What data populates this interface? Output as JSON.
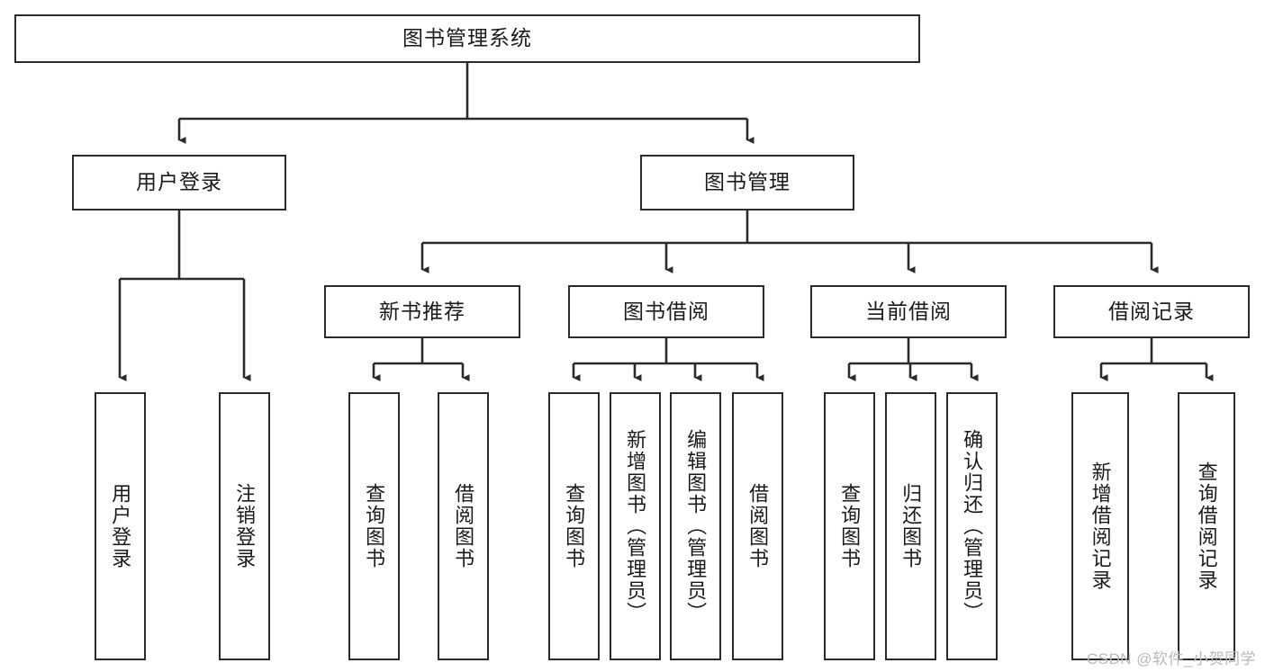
{
  "diagram": {
    "title": "图书管理系统",
    "type": "tree-hierarchy",
    "watermark": "CSDN @软件_小贺同学",
    "colors": {
      "box_border": "#2b2b2b",
      "box_fill": "#ffffff",
      "connector": "#2b2b2b",
      "text": "#1a1a1a",
      "watermark": "#b9b9b9"
    },
    "levels": {
      "root": {
        "label": "图书管理系统",
        "orientation": "horizontal"
      },
      "level2": [
        {
          "label": "用户登录",
          "orientation": "horizontal"
        },
        {
          "label": "图书管理",
          "orientation": "horizontal"
        }
      ],
      "level3": [
        {
          "label": "新书推荐",
          "orientation": "horizontal"
        },
        {
          "label": "图书借阅",
          "orientation": "horizontal"
        },
        {
          "label": "当前借阅",
          "orientation": "horizontal"
        },
        {
          "label": "借阅记录",
          "orientation": "horizontal"
        }
      ],
      "leaves": [
        {
          "label": "用户登录",
          "parent": "用户登录",
          "orientation": "vertical"
        },
        {
          "label": "注销登录",
          "parent": "用户登录",
          "orientation": "vertical"
        },
        {
          "label": "查询图书",
          "parent": "新书推荐",
          "orientation": "vertical"
        },
        {
          "label": "借阅图书",
          "parent": "新书推荐",
          "orientation": "vertical"
        },
        {
          "label": "查询图书",
          "parent": "图书借阅",
          "orientation": "vertical"
        },
        {
          "label": "新增图书（管理员）",
          "parent": "图书借阅",
          "orientation": "vertical"
        },
        {
          "label": "编辑图书（管理员）",
          "parent": "图书借阅",
          "orientation": "vertical"
        },
        {
          "label": "借阅图书",
          "parent": "图书借阅",
          "orientation": "vertical"
        },
        {
          "label": "查询图书",
          "parent": "当前借阅",
          "orientation": "vertical"
        },
        {
          "label": "归还图书",
          "parent": "当前借阅",
          "orientation": "vertical"
        },
        {
          "label": "确认归还（管理员）",
          "parent": "当前借阅",
          "orientation": "vertical"
        },
        {
          "label": "新增借阅记录",
          "parent": "借阅记录",
          "orientation": "vertical"
        },
        {
          "label": "查询借阅记录",
          "parent": "借阅记录",
          "orientation": "vertical"
        }
      ]
    }
  }
}
